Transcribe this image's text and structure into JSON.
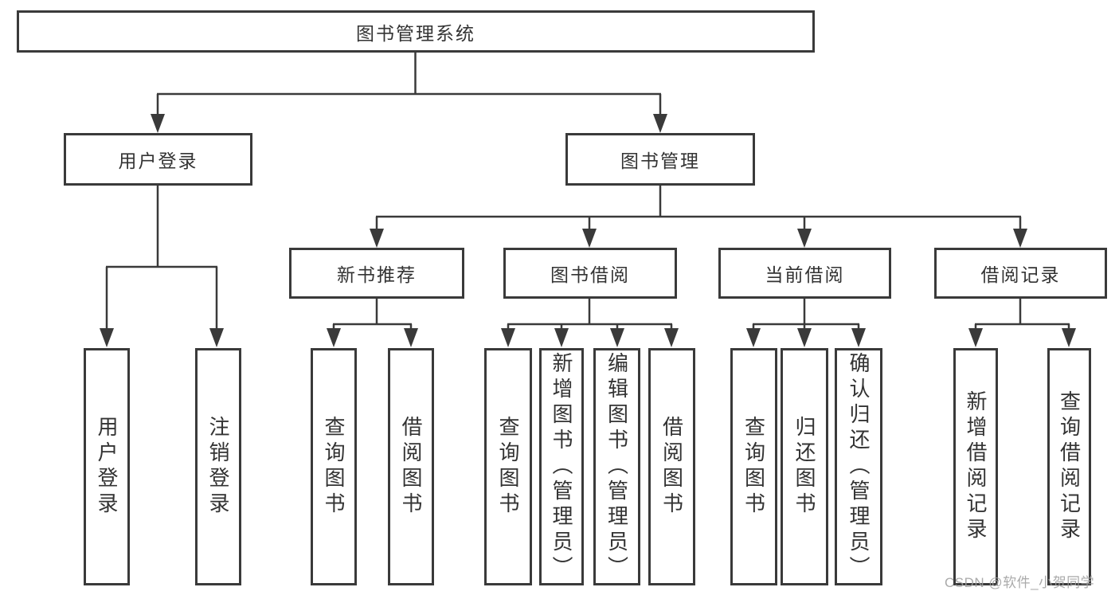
{
  "diagram": {
    "root": {
      "label": "图书管理系统"
    },
    "level2": [
      {
        "label": "用户登录"
      },
      {
        "label": "图书管理"
      }
    ],
    "level3": [
      {
        "label": "新书推荐"
      },
      {
        "label": "图书借阅"
      },
      {
        "label": "当前借阅"
      },
      {
        "label": "借阅记录"
      }
    ],
    "leaves": [
      {
        "label": "用户登录",
        "parent": "用户登录"
      },
      {
        "label": "注销登录",
        "parent": "用户登录"
      },
      {
        "label": "查询图书",
        "parent": "新书推荐"
      },
      {
        "label": "借阅图书",
        "parent": "新书推荐"
      },
      {
        "label": "查询图书",
        "parent": "图书借阅"
      },
      {
        "label": "新增图书（管理员）",
        "parent": "图书借阅"
      },
      {
        "label": "编辑图书（管理员）",
        "parent": "图书借阅"
      },
      {
        "label": "借阅图书",
        "parent": "图书借阅"
      },
      {
        "label": "查询图书",
        "parent": "当前借阅"
      },
      {
        "label": "归还图书",
        "parent": "当前借阅"
      },
      {
        "label": "确认归还（管理员）",
        "parent": "当前借阅"
      },
      {
        "label": "新增借阅记录",
        "parent": "借阅记录"
      },
      {
        "label": "查询借阅记录",
        "parent": "借阅记录"
      }
    ],
    "watermark": "CSDN @软件_小贺同学",
    "colors": {
      "line": "#3a3a3a",
      "text": "#333333",
      "watermark": "#9e9e9e",
      "background": "#ffffff"
    }
  }
}
